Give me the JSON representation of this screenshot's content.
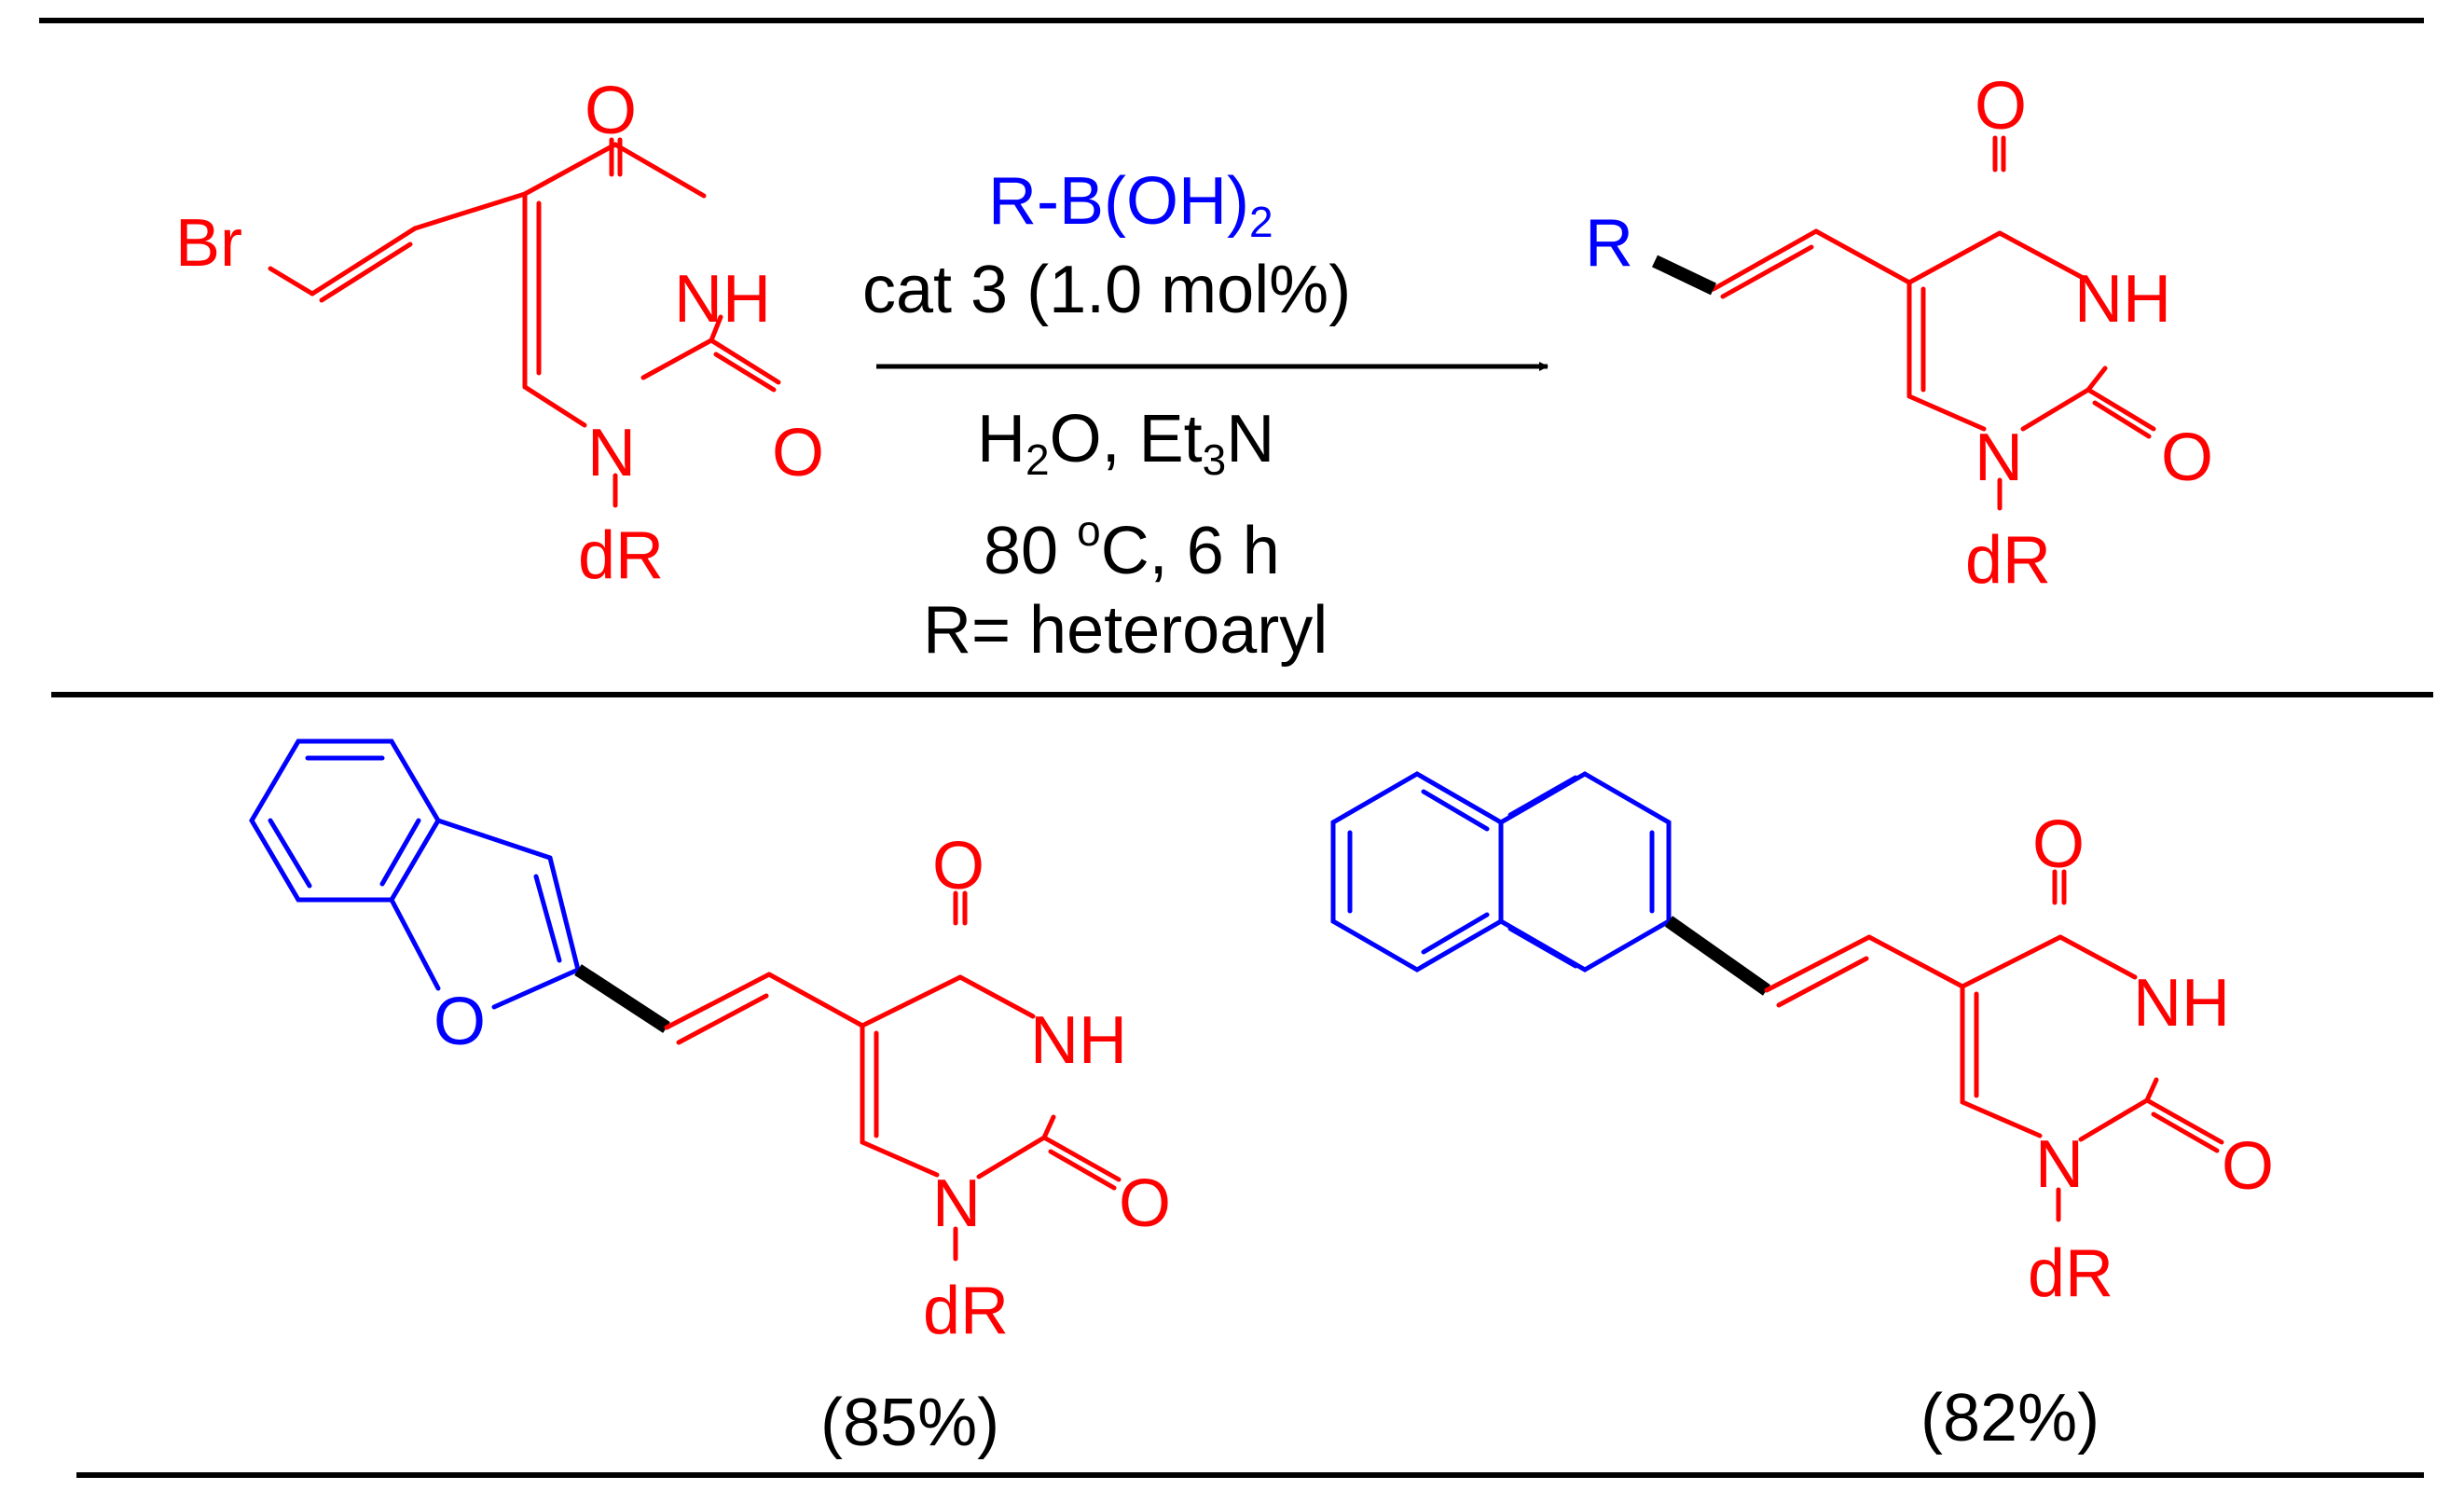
{
  "colors": {
    "uracil": "#ff0000",
    "aryl": "#0000ff",
    "text": "#000000",
    "new_bond": "#000000"
  },
  "reactant": {
    "br": "Br",
    "o_top": "O",
    "nh": "NH",
    "o_right": "O",
    "n": "N",
    "dr": "dR"
  },
  "conditions": {
    "reagent_base": "R-B(OH)",
    "reagent_sub": "2",
    "catalyst": "cat 3 (1.0  mol%)",
    "solvent_h": "H",
    "solvent_h_sub": "2",
    "solvent_mid": "O, Et",
    "solvent_et_sub": "3",
    "solvent_end": "N",
    "temp_num": "80 ",
    "temp_sup": "o",
    "temp_rest": "C, 6 h",
    "r_def": "R= heteroaryl"
  },
  "product": {
    "r": "R",
    "o_top": "O",
    "nh": "NH",
    "o_right": "O",
    "n": "N",
    "dr": "dR"
  },
  "examples": [
    {
      "heteroatom": "O",
      "o_top": "O",
      "nh": "NH",
      "o_right": "O",
      "n": "N",
      "dr": "dR",
      "yield": "(85%)"
    },
    {
      "o_top": "O",
      "nh": "NH",
      "o_right": "O",
      "n": "N",
      "dr": "dR",
      "yield": "(82%)"
    }
  ]
}
